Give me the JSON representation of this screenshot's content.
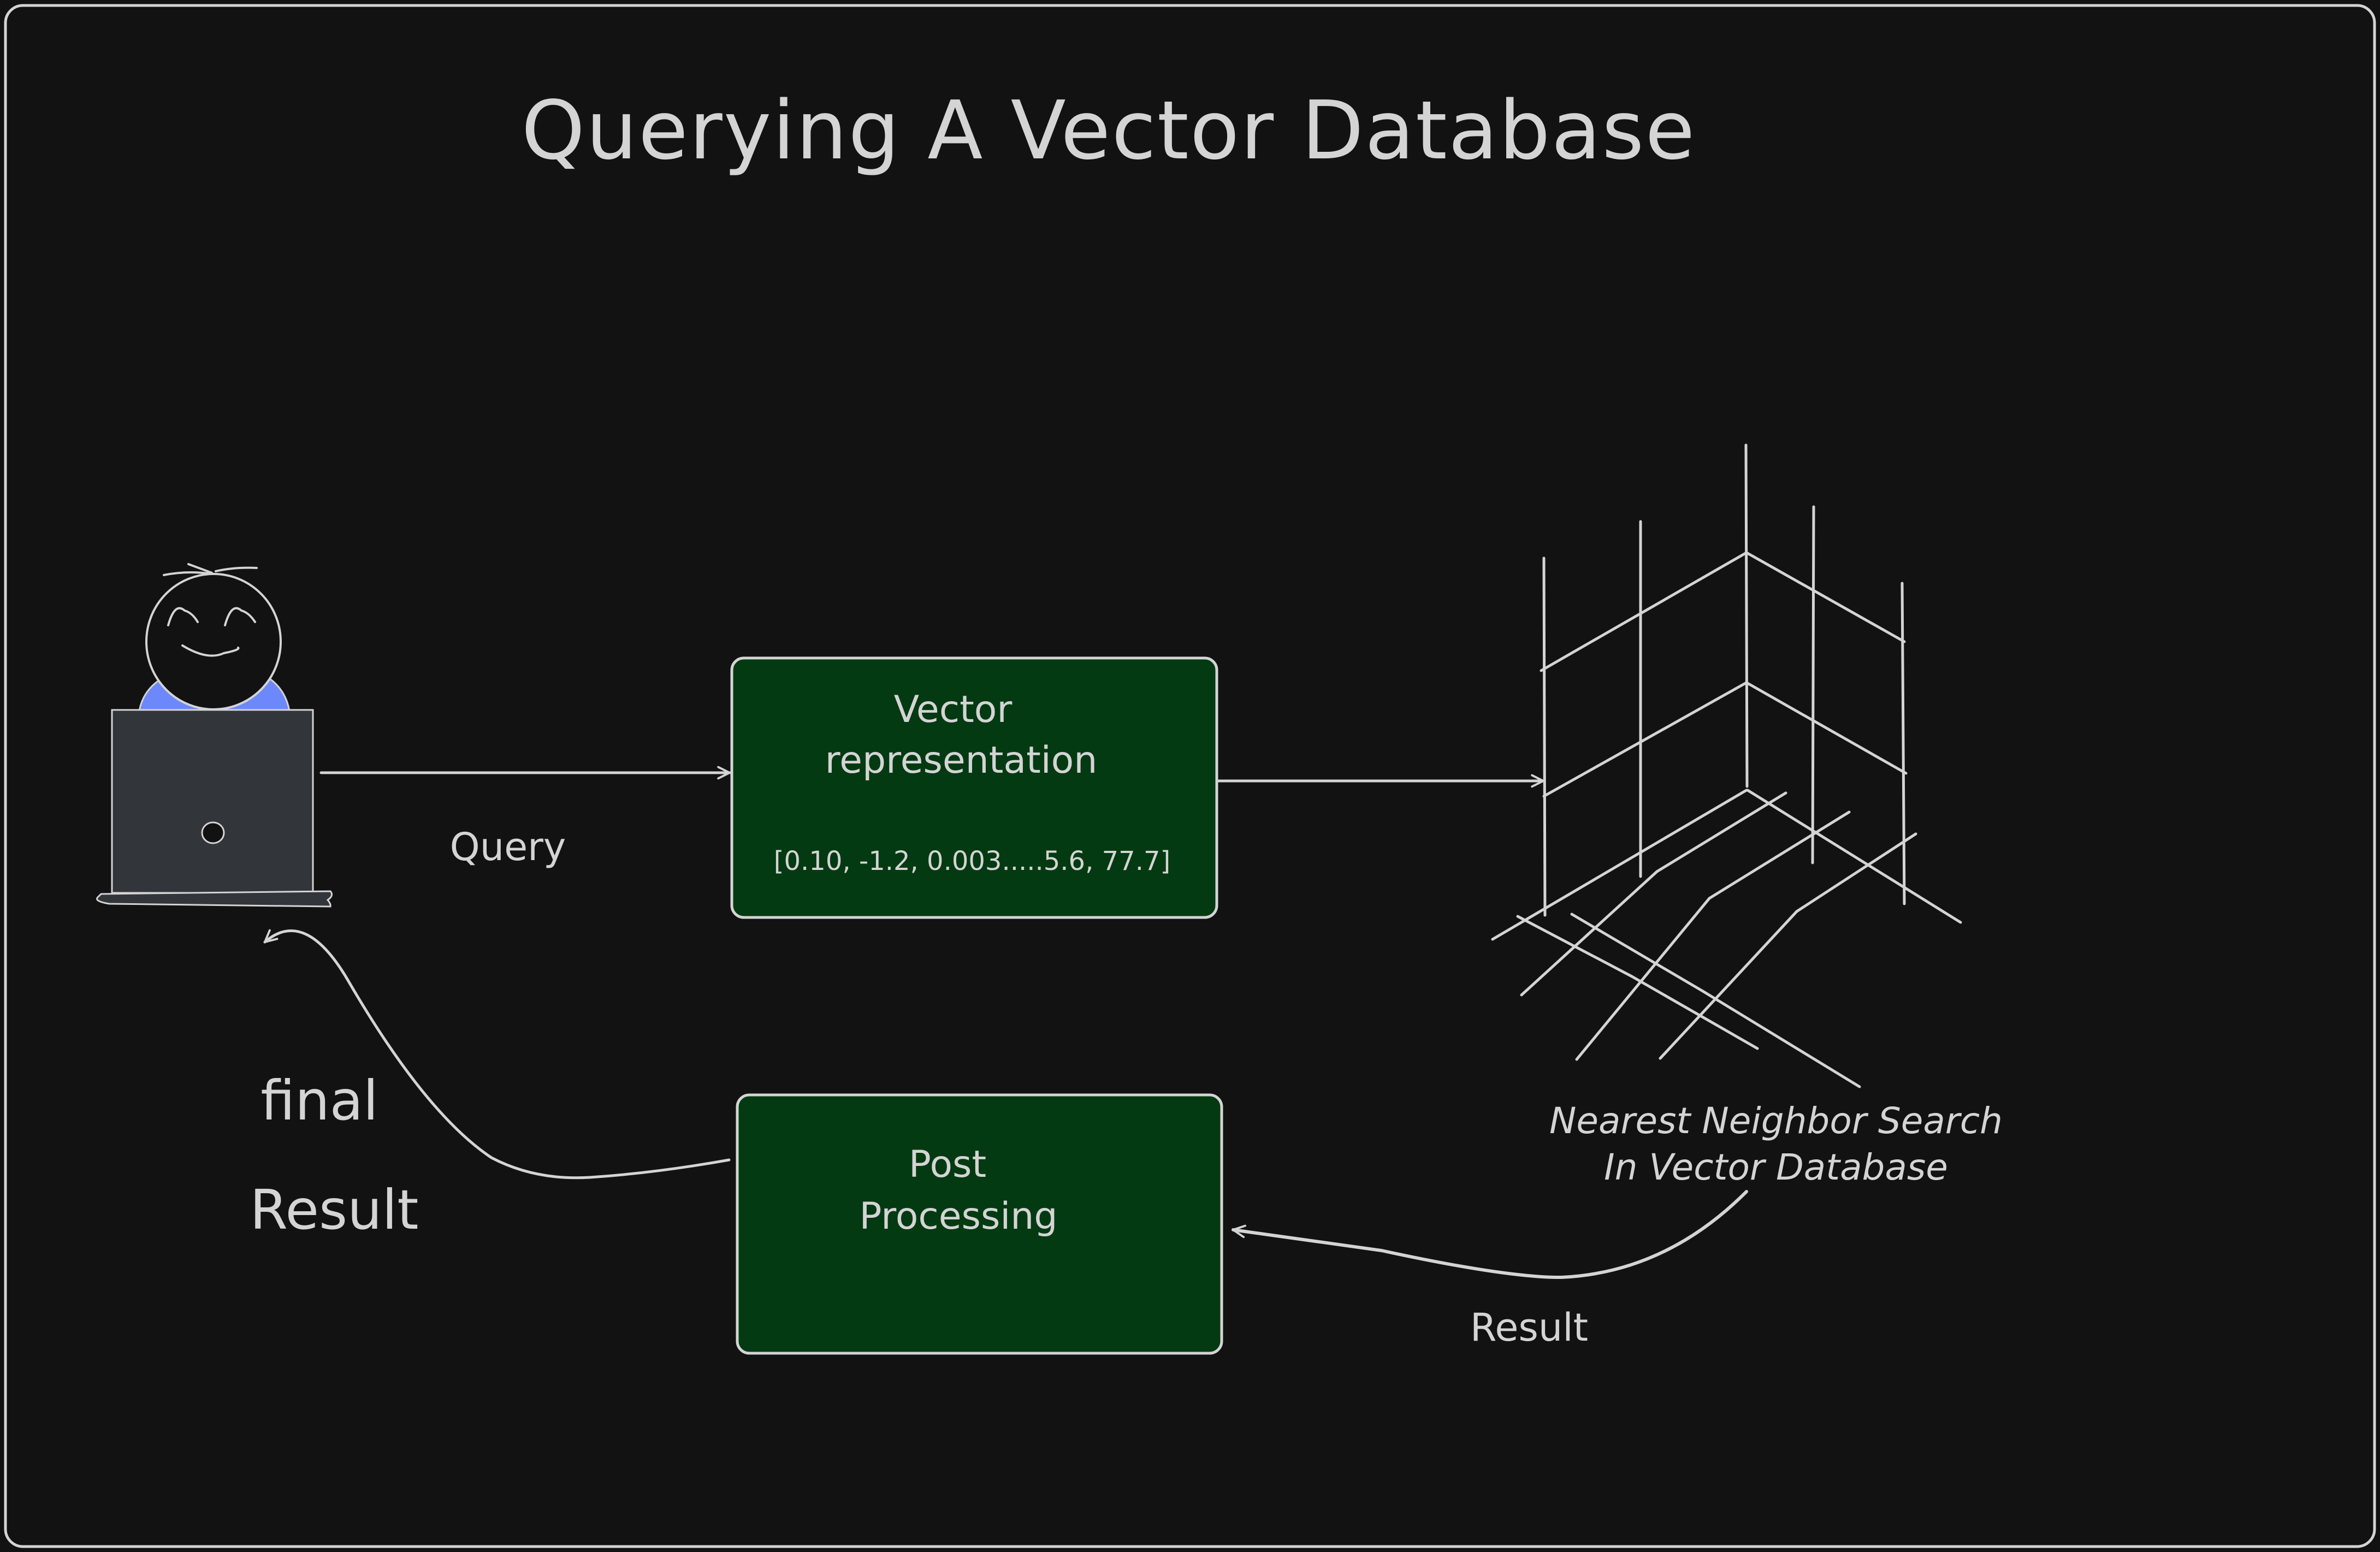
{
  "title": "Querying A Vector Database",
  "colors": {
    "background": "#121212",
    "stroke": "#d4d4d4",
    "box_fill": "#033a12",
    "person_body": "#6d88fd",
    "laptop": "#32363b"
  },
  "user": {
    "icon": "person-at-laptop-icon"
  },
  "edges": {
    "query_label": "Query",
    "result_label": "Result",
    "final_result_line1": "final",
    "final_result_line2": "Result"
  },
  "vector_box": {
    "line1": "Vector",
    "line2": "representation",
    "vector": "[0.10, -1.2, 0.003.....5.6, 77.7]"
  },
  "post_box": {
    "line1": "Post",
    "line2": "Processing"
  },
  "vector_db": {
    "icon": "3d-grid-icon",
    "label_line1": "Nearest Neighbor Search",
    "label_line2": "In Vector Database"
  }
}
